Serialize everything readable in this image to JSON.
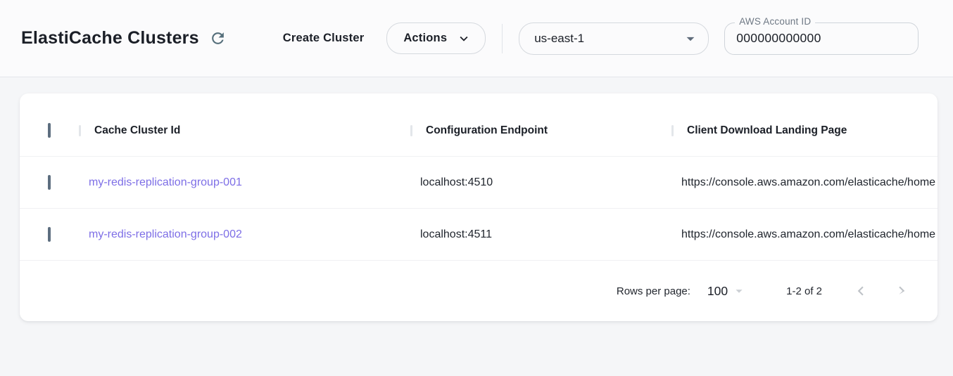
{
  "topbar": {
    "title": "ElastiCache Clusters",
    "create_button_label": "Create Cluster",
    "actions_button_label": "Actions",
    "region_selected": "us-east-1",
    "account_field": {
      "label": "AWS Account ID",
      "value": "000000000000"
    }
  },
  "table": {
    "columns": [
      "Cache Cluster Id",
      "Configuration Endpoint",
      "Client Download Landing Page"
    ],
    "rows": [
      {
        "cluster_id": "my-redis-replication-group-001",
        "configuration_endpoint": "localhost:4510",
        "client_download_landing_page": "https://console.aws.amazon.com/elasticache/home"
      },
      {
        "cluster_id": "my-redis-replication-group-002",
        "configuration_endpoint": "localhost:4511",
        "client_download_landing_page": "https://console.aws.amazon.com/elasticache/home"
      }
    ],
    "pagination": {
      "rows_per_page_label": "Rows per page:",
      "rows_per_page_value": "100",
      "range_label": "1-2 of 2"
    }
  },
  "icons": {
    "refresh": "⟳",
    "chevron_down": "⌄",
    "dropdown_caret": "▾",
    "chevron_left": "‹",
    "chevron_right": "›"
  },
  "colors": {
    "link_purple": "#7d6ee6",
    "icon_slate": "#546e7a",
    "disabled_gray": "#bfc3c8",
    "header_bg": "#fbfbfc",
    "body_bg": "#f5f6f8"
  }
}
